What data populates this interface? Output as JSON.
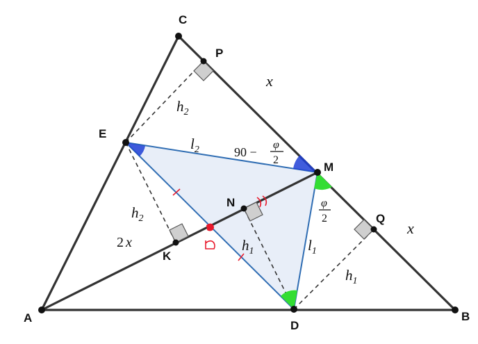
{
  "points": {
    "A": "A",
    "B": "B",
    "C": "C",
    "D": "D",
    "E": "E",
    "M": "M",
    "N": "N",
    "K": "K",
    "P": "P",
    "Q": "Q"
  },
  "labels": {
    "x_top": "x",
    "x_right": "x",
    "two_x_main": "2",
    "two_x_var": "x",
    "h": "h",
    "h2_sub": "2",
    "h1_sub": "1",
    "l": "l",
    "l1_sub": "1",
    "l2_sub": "2",
    "angle_top_prefix": "90 −",
    "phi": "φ",
    "two": "2"
  },
  "colors": {
    "triangle_fill": "#e8eef8",
    "blue_line": "#2f6db3",
    "dark_line": "#333333",
    "blue_angle": "#1f3fd6",
    "green_angle": "#33dd33",
    "red_mark": "#e8192c"
  }
}
